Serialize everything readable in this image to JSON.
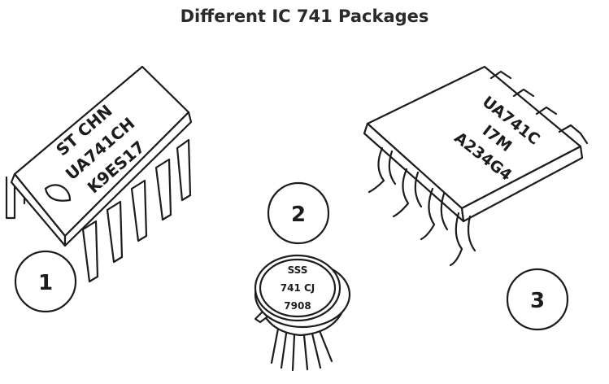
{
  "title": "Different IC 741 Packages",
  "packages": [
    {
      "number": "1",
      "markings": [
        "ST CHN",
        "UA741CH",
        "K9ES17"
      ]
    },
    {
      "number": "2",
      "markings": [
        "SSS",
        "741 CJ",
        "7908"
      ]
    },
    {
      "number": "3",
      "markings": [
        "UA741C",
        "I7M",
        "A234G4"
      ]
    }
  ]
}
